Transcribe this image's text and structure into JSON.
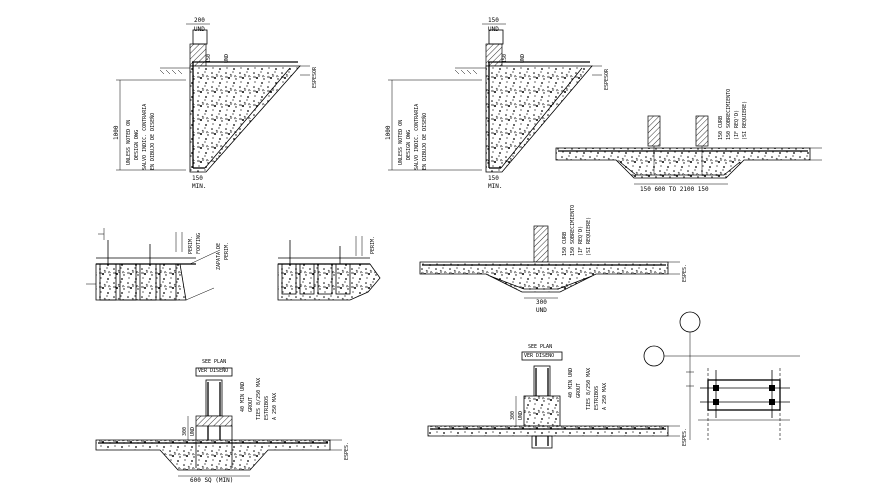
{
  "labels": {
    "d1_top": "200",
    "d1_und": "UND",
    "d1_150": "150",
    "d1_espesor": "ESPESOR",
    "d1_1000": "1000",
    "d1_note1": "UNLESS NOTED ON",
    "d1_note2": "DESIGN DWG",
    "d1_note3": "SALVO INDIC. CONTRARIA",
    "d1_note4": "EN DIBUJO DE DISEÑO",
    "d1_bot150": "150",
    "d1_min": "MIN.",
    "d2_top": "150",
    "d2_und": "UND",
    "d2_150": "150",
    "d2_espesor": "ESPESOR",
    "d2_1000": "1000",
    "d2_note1": "UNLESS NOTED ON",
    "d2_note2": "DESIGN DWG",
    "d2_note3": "SALVO INDIC. CONTRARIA",
    "d2_note4": "EN DIBUJO DE DISEÑO",
    "d2_bot150": "150",
    "d2_min": "MIN.",
    "d3_curb1": "150 CURB",
    "d3_curb2": "150 SOBRECIMIENTO",
    "d3_curb3": "(IF REQ'D)",
    "d3_curb4": "(SI REQUIERE)",
    "d3_dims": "150    600 TO 2100    150",
    "d4_note1": "PERIM.",
    "d4_note2": "FOOTING",
    "d4_note3": "ZAPATA DE",
    "d4_note4": "PERIM.",
    "d5_note": "PERIM.",
    "d6_curb1": "150 CURB",
    "d6_curb2": "150 SOBRECIMIENTO",
    "d6_curb3": "(IF REQ'D)",
    "d6_curb4": "(SI REQUIERE)",
    "d6_espes": "ESPES.",
    "d6_300": "300",
    "d6_und": "UND",
    "d7_seeplan": "SEE PLAN",
    "d7_verdiseno": "VER DISEÑO",
    "d7_t1": "40 MIN UND",
    "d7_t2": "GROUT",
    "d7_t3": "TIES 8/250 MAX",
    "d7_t4": "ESTRIBOS",
    "d7_t5": "A 250 MAX",
    "d7_300": "300",
    "d7_und": "UND",
    "d7_dim": "600 SQ (MIN)",
    "d7_espes": "ESPES.",
    "d8_seeplan": "SEE PLAN",
    "d8_verdiseno": "VER DISEÑO",
    "d8_t1": "40 MIN UND",
    "d8_t2": "GROUT",
    "d8_t3": "TIES 8/250 MAX",
    "d8_t4": "ESTRIBOS",
    "d8_t5": "A 250 MAX",
    "d8_300": "300",
    "d8_und": "UND",
    "d8_espes": "ESPES."
  }
}
